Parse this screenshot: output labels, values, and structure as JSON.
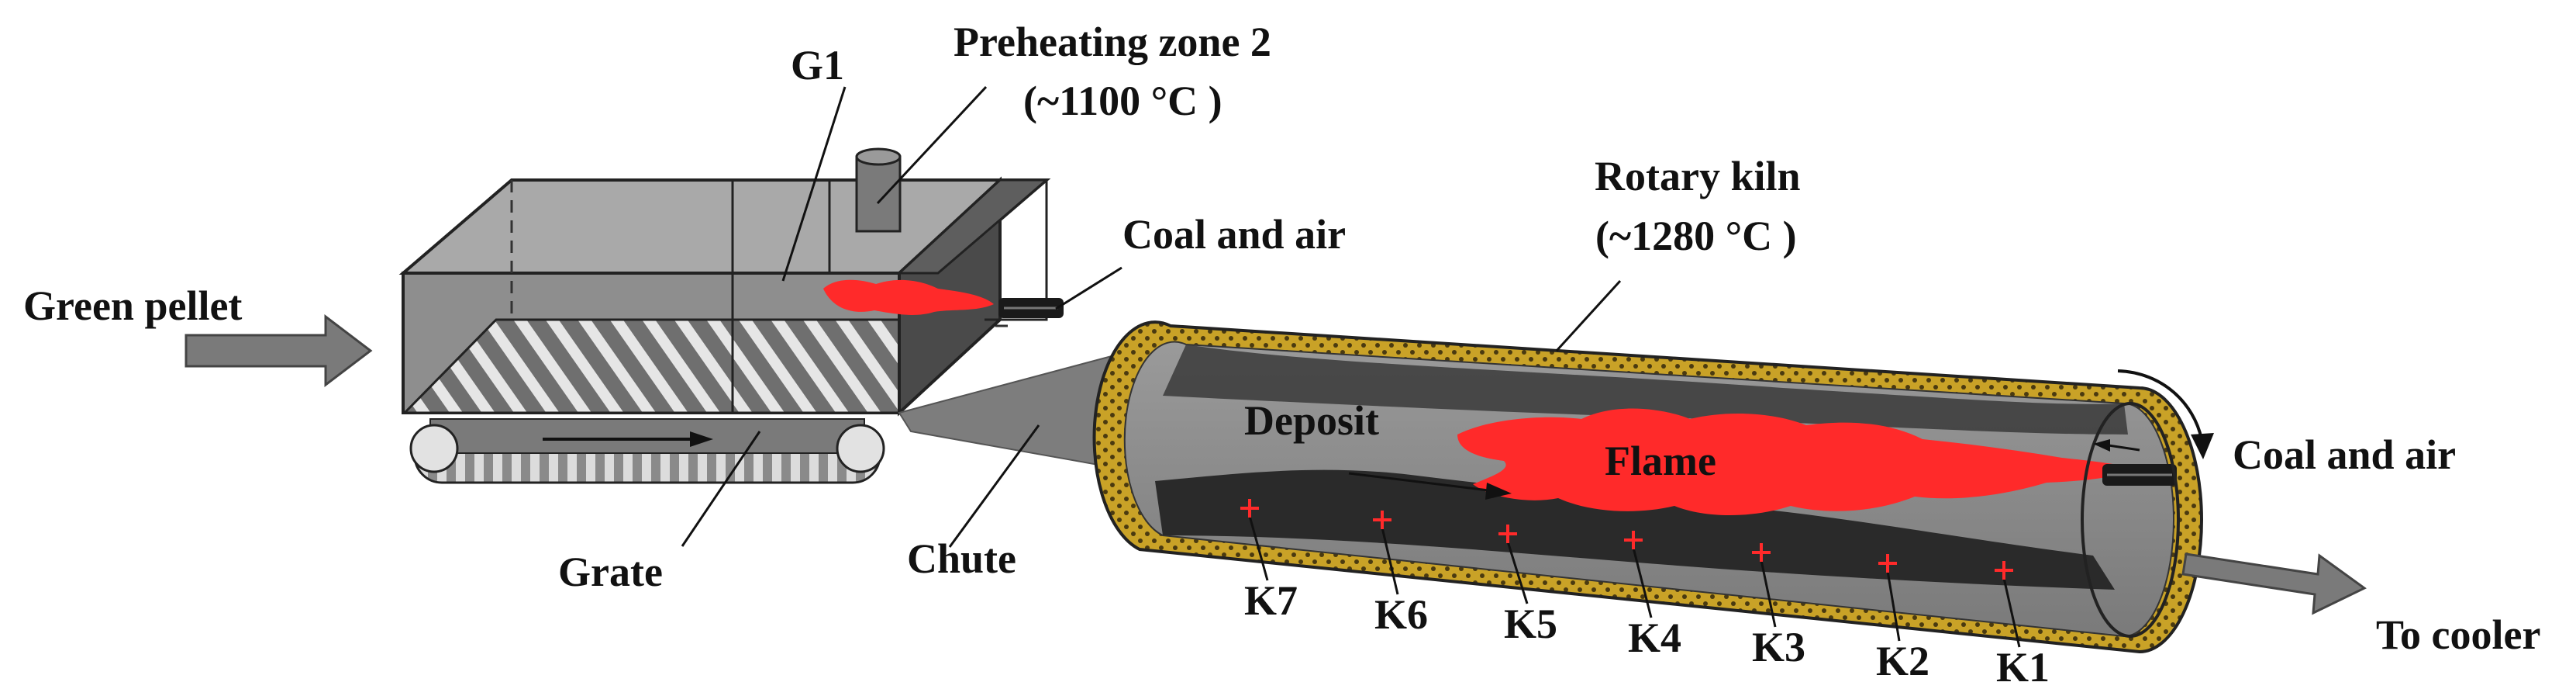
{
  "labels": {
    "preheating_title": "Preheating zone 2",
    "preheating_temp": "(~1100 °C )",
    "g1": "G1",
    "coal_air_grate": "Coal and air",
    "rotary_kiln_title": "Rotary kiln",
    "rotary_kiln_temp": "(~1280 °C )",
    "green_pellet": "Green pellet",
    "deposit": "Deposit",
    "flame": "Flame",
    "coal_air_kiln": "Coal and air",
    "grate": "Grate",
    "chute": "Chute",
    "to_cooler": "To cooler"
  },
  "measurement_points": [
    "K7",
    "K6",
    "K5",
    "K4",
    "K3",
    "K2",
    "K1"
  ],
  "colors": {
    "flame": "#ff2a2a",
    "kiln_shell": "#c9a227",
    "kiln_interior": "#8a8a8a",
    "deposit": "#2a2a2a",
    "grate_box": "#7a7a7a",
    "arrow": "#6e6e6e"
  }
}
